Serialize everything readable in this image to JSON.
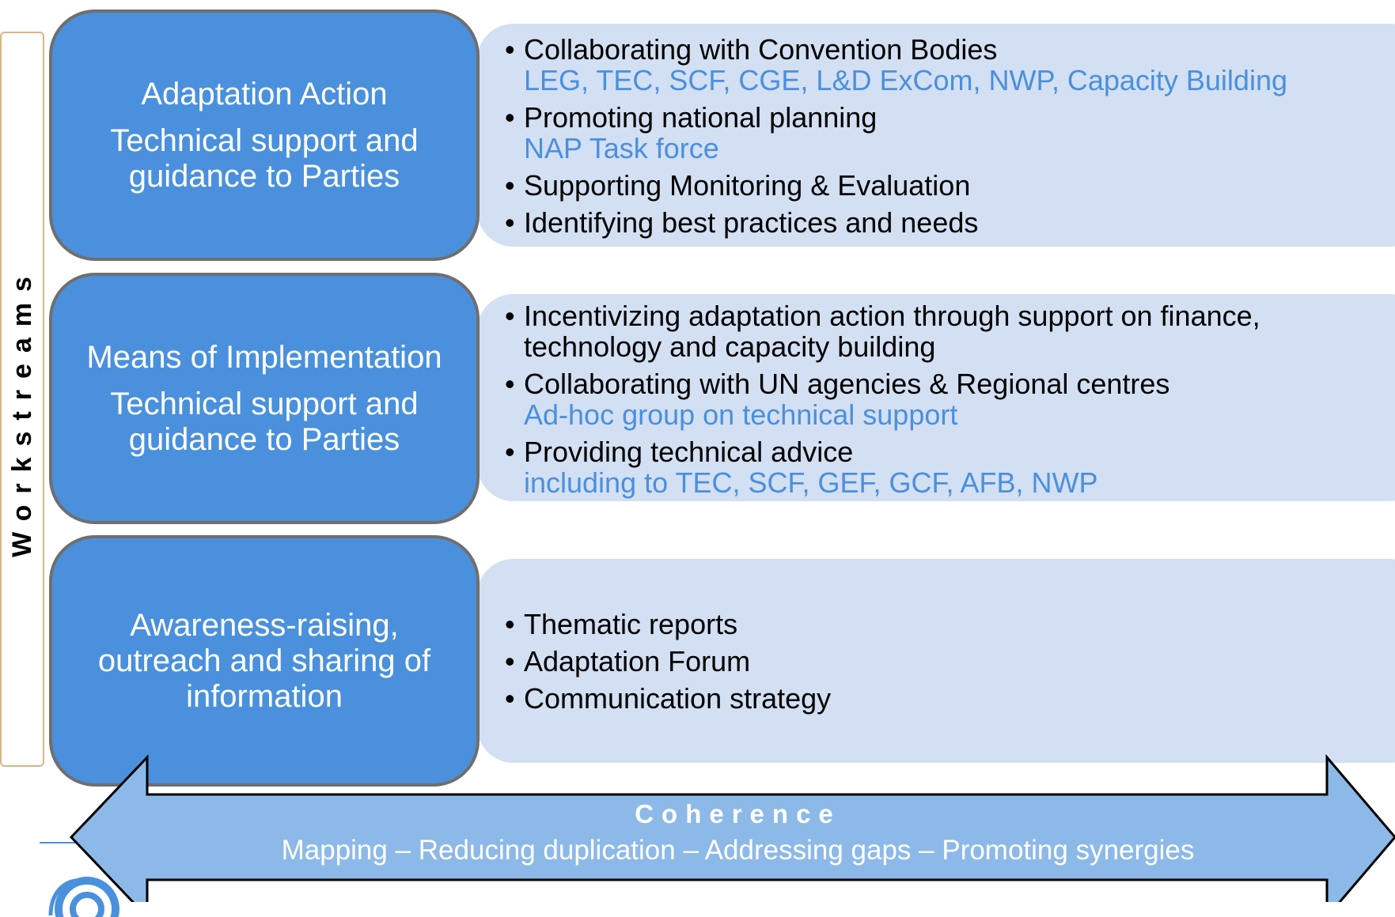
{
  "side_label": "Workstreams",
  "workstreams": [
    {
      "title": "Adaptation Action",
      "subtitle": "Technical support and guidance to Parties",
      "bullets": [
        {
          "text": "Collaborating with Convention Bodies",
          "sub": "LEG, TEC, SCF, CGE, L&D ExCom, NWP, Capacity Building"
        },
        {
          "text": "Promoting national planning",
          "sub": "NAP Task force"
        },
        {
          "text": "Supporting Monitoring & Evaluation",
          "sub": ""
        },
        {
          "text": "Identifying best practices and needs",
          "sub": ""
        }
      ]
    },
    {
      "title": "Means of Implementation",
      "subtitle": "Technical support and guidance to Parties",
      "bullets": [
        {
          "text": "Incentivizing adaptation action through support on finance, technology and capacity building",
          "sub": ""
        },
        {
          "text": "Collaborating with UN agencies & Regional centres",
          "sub": "Ad-hoc group on technical support"
        },
        {
          "text": "Providing technical advice",
          "sub": "including to TEC, SCF, GEF, GCF, AFB, NWP"
        }
      ]
    },
    {
      "title": "Awareness-raising, outreach and sharing of information",
      "subtitle": "",
      "bullets": [
        {
          "text": "Thematic reports",
          "sub": ""
        },
        {
          "text": "Adaptation Forum",
          "sub": ""
        },
        {
          "text": "Communication strategy",
          "sub": ""
        }
      ]
    }
  ],
  "arrow": {
    "title": "Coherence",
    "subtitle": "Mapping – Reducing duplication – Addressing gaps – Promoting synergies"
  },
  "colors": {
    "card_fill": "#4a90dd",
    "panel_fill": "#d3dff2",
    "arrow_fill": "#8db9e8",
    "sub_text": "#4a90dd",
    "bracket": "#d9b48a"
  },
  "icons": [
    "unfccc-logo-icon"
  ]
}
